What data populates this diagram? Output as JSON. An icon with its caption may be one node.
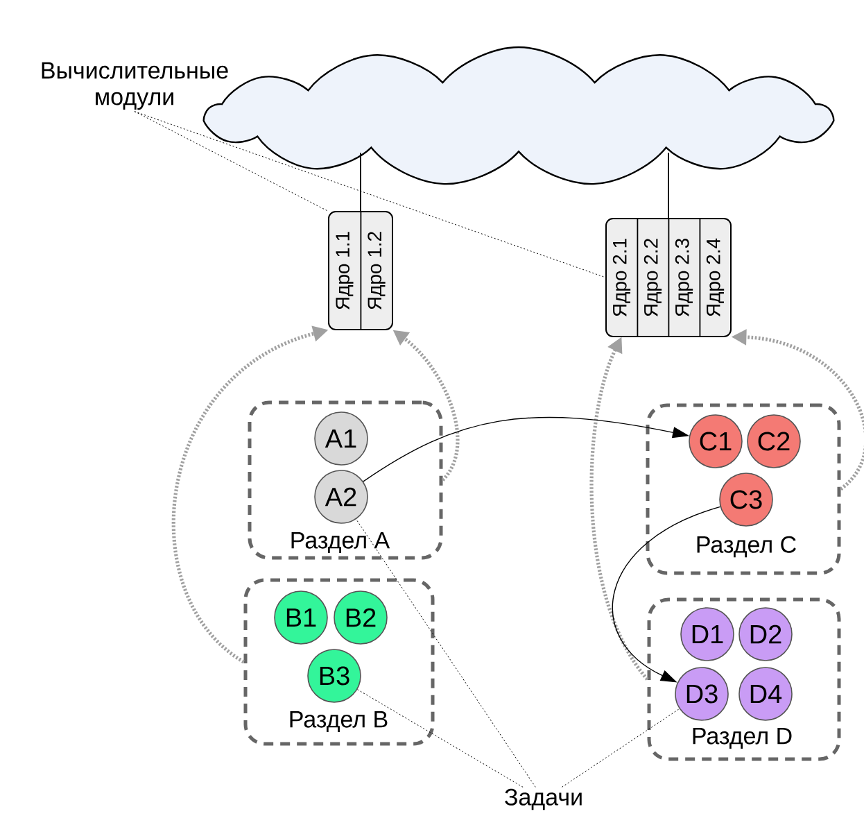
{
  "diagram": {
    "nodes": [
      {
        "text": [],
        "shape": "cloud"
      },
      {
        "text": [
          "Вычислительные модули"
        ]
      },
      {
        "text": [],
        "shape": "box"
      },
      {
        "text": [
          "Ядро 1.1"
        ],
        "in": 2
      },
      {
        "text": [
          "Ядро 1.2"
        ],
        "in": 2
      },
      {
        "text": [],
        "shape": "box"
      },
      {
        "text": [
          "Ядро 2.1"
        ],
        "in": 5
      },
      {
        "text": [
          "Ядро 2.2"
        ],
        "in": 5
      },
      {
        "text": [
          "Ядро 2.3"
        ],
        "in": 5
      },
      {
        "text": [
          "Ядро 2.4"
        ],
        "in": 5
      },
      {
        "text": [
          "Раздел A"
        ]
      },
      {
        "text": [
          "A1"
        ],
        "in": 10
      },
      {
        "text": [
          "A2"
        ],
        "in": 10
      },
      {
        "text": [
          "Раздел B"
        ]
      },
      {
        "text": [
          "B1"
        ],
        "in": 13
      },
      {
        "text": [
          "B2"
        ],
        "in": 13
      },
      {
        "text": [
          "B3"
        ],
        "in": 13
      },
      {
        "text": [
          "Раздел C"
        ]
      },
      {
        "text": [
          "C1"
        ],
        "in": 17
      },
      {
        "text": [
          "C2"
        ],
        "in": 17
      },
      {
        "text": [
          "C3"
        ],
        "in": 17
      },
      {
        "text": [
          "Раздел D"
        ]
      },
      {
        "text": [
          "D1"
        ],
        "in": 21
      },
      {
        "text": [
          "D2"
        ],
        "in": 21
      },
      {
        "text": [
          "D3"
        ],
        "in": 21
      },
      {
        "text": [
          "D4"
        ],
        "in": 21
      },
      {
        "text": [
          "Задачи"
        ]
      }
    ],
    "edges": [
      {
        "from": 0,
        "to": 2,
        "arrow": "none"
      },
      {
        "from": 0,
        "to": 5,
        "arrow": "none"
      },
      {
        "from": 1,
        "to": 3,
        "arrow": "none",
        "style": "dashed"
      },
      {
        "from": 1,
        "to": 6,
        "arrow": "none",
        "style": "dashed"
      },
      {
        "from": 13,
        "to": 3,
        "arrow": "to",
        "style": "dashed",
        "color": "#a0a0a0"
      },
      {
        "from": 10,
        "to": 4,
        "arrow": "to",
        "style": "dashed",
        "color": "#a0a0a0"
      },
      {
        "from": 21,
        "to": 6,
        "arrow": "to",
        "style": "dashed",
        "color": "#a0a0a0"
      },
      {
        "from": 17,
        "to": 9,
        "arrow": "to",
        "style": "dashed",
        "color": "#a0a0a0"
      },
      {
        "from": 12,
        "to": 18,
        "arrow": "to"
      },
      {
        "from": 20,
        "to": 24,
        "arrow": "to"
      },
      {
        "from": 26,
        "to": 12,
        "arrow": "none",
        "style": "dashed"
      },
      {
        "from": 26,
        "to": 16,
        "arrow": "none",
        "style": "dashed"
      },
      {
        "from": 26,
        "to": 24,
        "arrow": "none",
        "style": "dashed"
      }
    ]
  }
}
